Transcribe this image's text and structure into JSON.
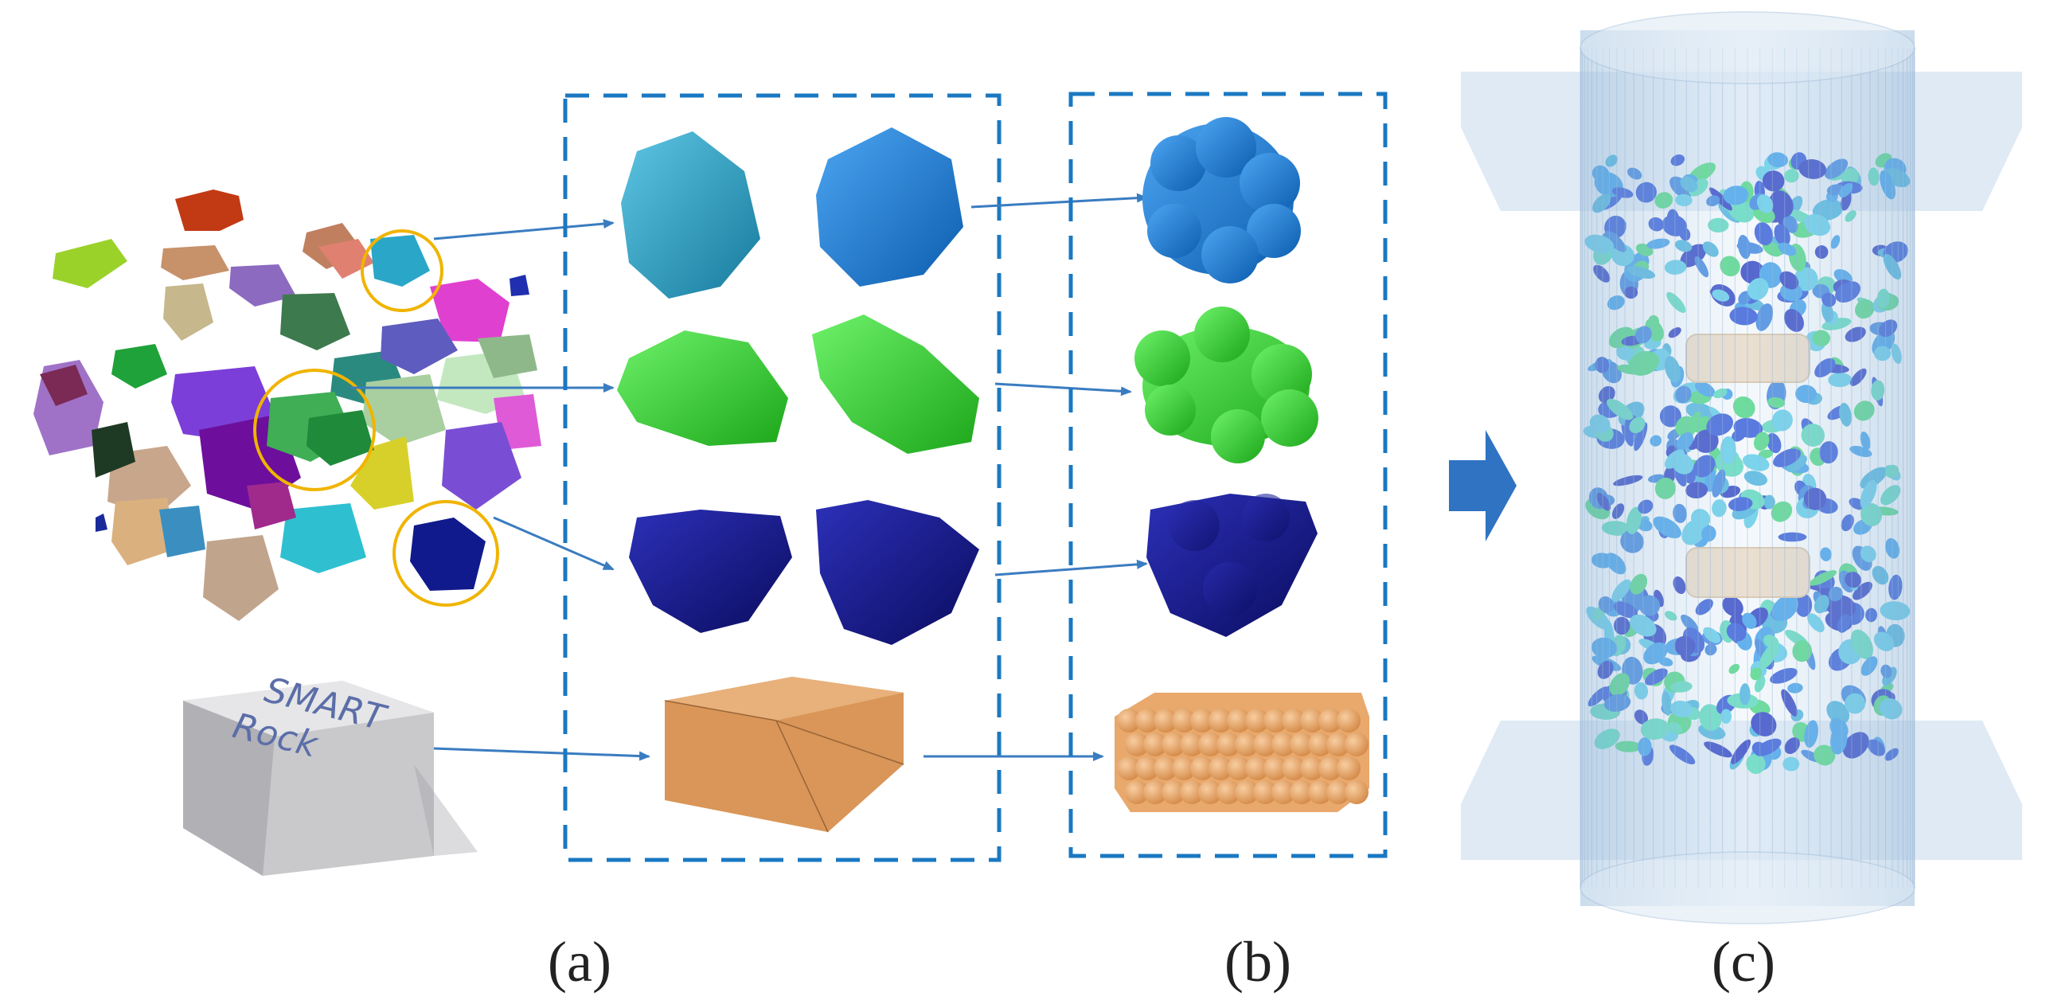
{
  "figure": {
    "panels": [
      {
        "id": "a",
        "label": "(a)"
      },
      {
        "id": "b",
        "label": "(b)"
      },
      {
        "id": "c",
        "label": "(c)"
      }
    ],
    "smartrock_text": [
      "SMART",
      "Rock"
    ],
    "colors": {
      "dashed_box": "#1a78c2",
      "arrow": "#3a7cc0",
      "big_arrow": "#2f73c2",
      "rock_row1_a": "#2aa4c8",
      "rock_row1_b": "#1d7fd8",
      "rock_row2": "#33d32a",
      "rock_row3": "#16188c",
      "box_solid": "#d99658",
      "box_spheres": "#e9a86c",
      "sensor_pad": "#eed7bb",
      "cylinder": "#c9dcee"
    }
  }
}
